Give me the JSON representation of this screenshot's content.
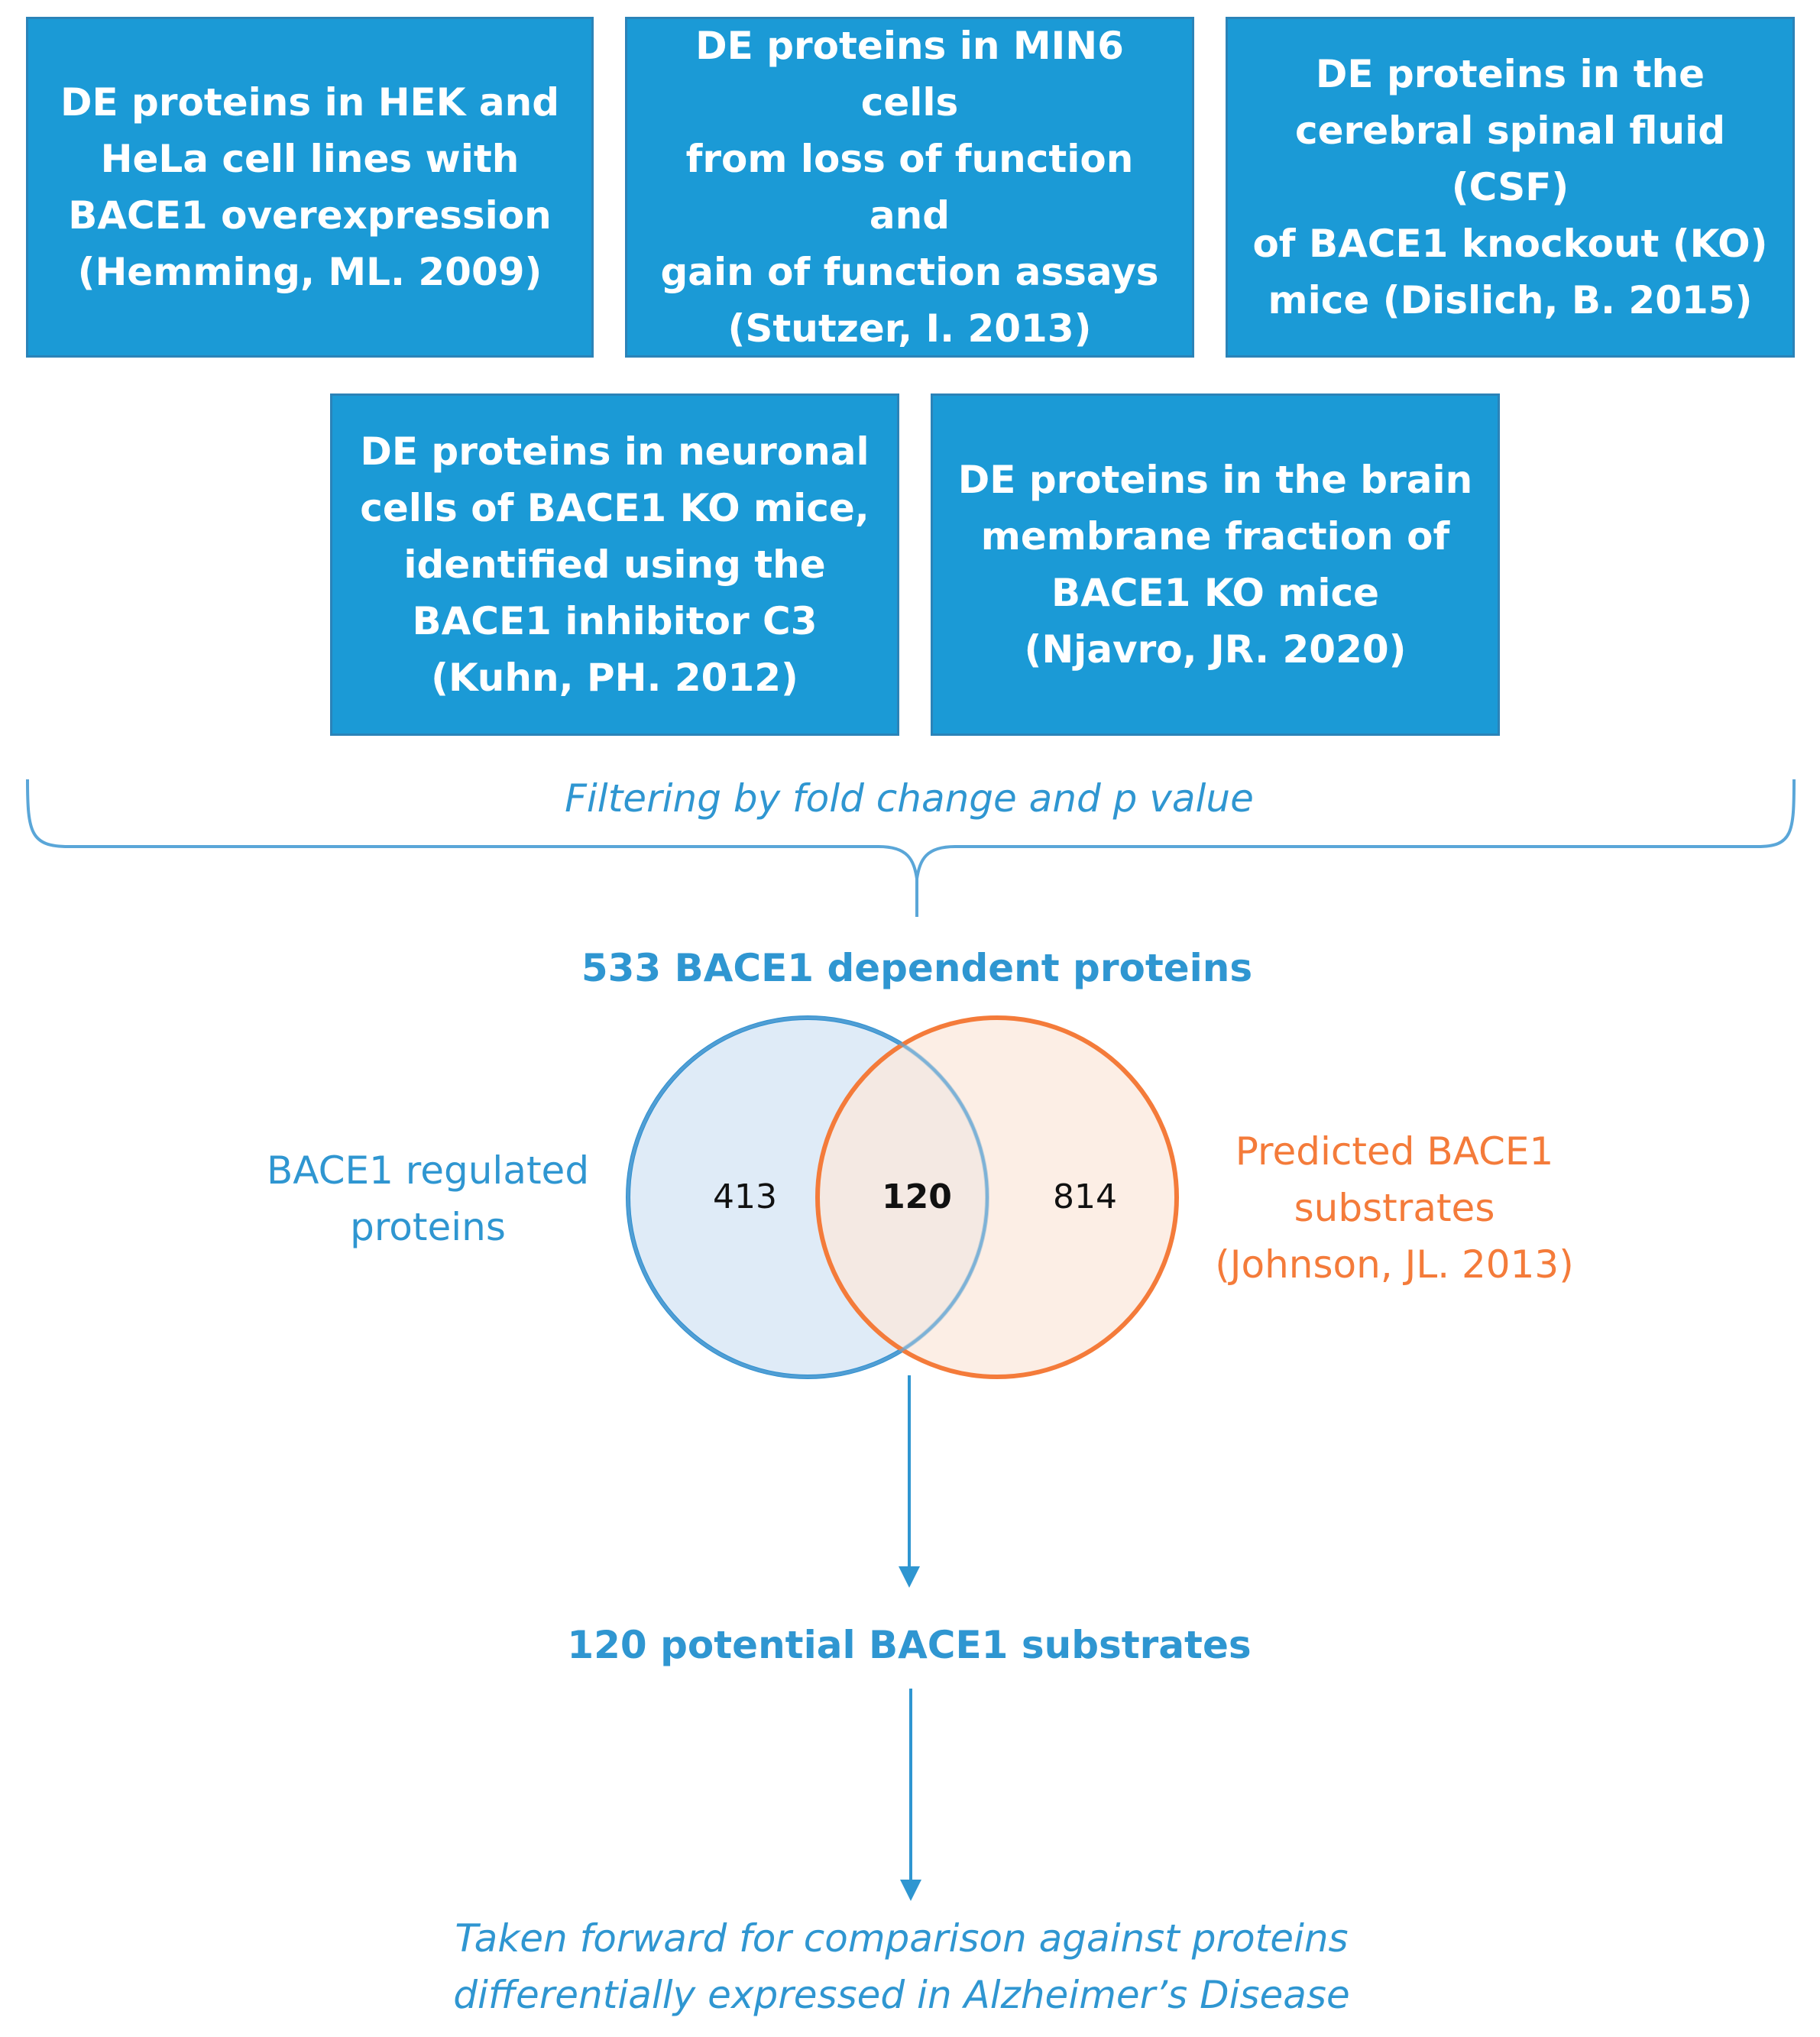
{
  "sources": [
    {
      "lines": [
        "DE proteins in HEK and",
        "HeLa cell lines with",
        "BACE1 overexpression",
        "(Hemming, ML. 2009)"
      ]
    },
    {
      "lines": [
        "DE proteins in MIN6 cells",
        "from loss of function and",
        "gain of function assays",
        "(Stutzer, I. 2013)"
      ]
    },
    {
      "lines": [
        "DE proteins in the",
        "cerebral spinal fluid (CSF)",
        "of BACE1 knockout (KO)",
        "mice (Dislich, B. 2015)"
      ]
    },
    {
      "lines": [
        "DE proteins in neuronal",
        "cells of BACE1 KO mice,",
        "identified using the",
        "BACE1 inhibitor C3",
        "(Kuhn, PH. 2012)"
      ]
    },
    {
      "lines": [
        "DE proteins in the brain",
        "membrane fraction of",
        "BACE1 KO mice",
        "(Njavro, JR. 2020)"
      ]
    }
  ],
  "filter_label": "Filtering by fold change and p value",
  "dependent_label": "533 BACE1 dependent proteins",
  "venn": {
    "left_label": [
      "BACE1 regulated",
      "proteins"
    ],
    "right_label": [
      "Predicted BACE1",
      "substrates",
      "(Johnson, JL. 2013)"
    ],
    "left_only": "413",
    "overlap": "120",
    "right_only": "814",
    "left_color": "#2f8fcf",
    "right_color": "#f47b3a"
  },
  "potential_label": "120 potential BACE1 substrates",
  "final_label": [
    "Taken forward for comparison against proteins",
    "differentially expressed in Alzheimer’s Disease"
  ]
}
